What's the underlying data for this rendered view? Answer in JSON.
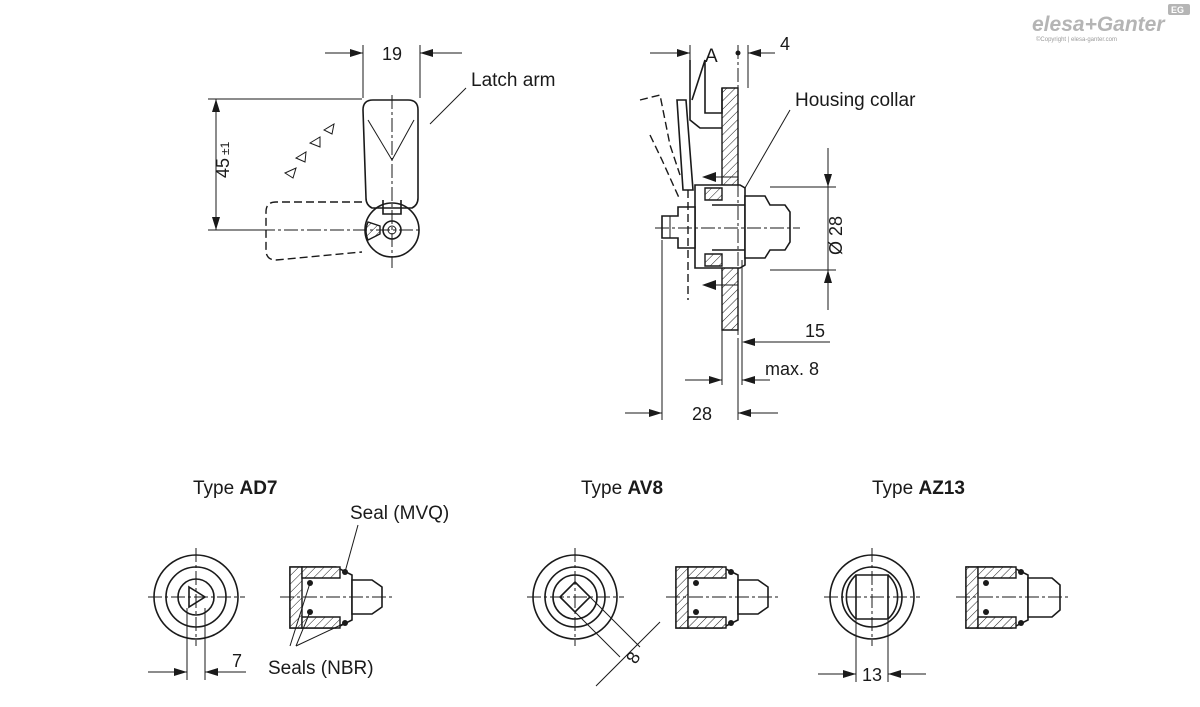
{
  "brand": {
    "logo_text_1": "elesa",
    "logo_plus": "+",
    "logo_text_2": "Ganter",
    "copyright": "©Copyright | elesa-ganter.com",
    "badge": "EG"
  },
  "side_view": {
    "dim_width": "19",
    "dim_height_value": "45",
    "dim_height_tol": "±1",
    "label_latch_arm": "Latch arm"
  },
  "section_view": {
    "label_a": "A",
    "dim_4": "4",
    "label_housing_collar": "Housing collar",
    "dim_diameter": "Ø 28",
    "dim_15": "15",
    "dim_max8": "max. 8",
    "dim_28": "28"
  },
  "types": [
    {
      "prefix": "Type ",
      "code": "AD7",
      "dim": "7"
    },
    {
      "prefix": "Type ",
      "code": "AV8",
      "dim": "8"
    },
    {
      "prefix": "Type ",
      "code": "AZ13",
      "dim": "13"
    }
  ],
  "seal_labels": {
    "mvq": "Seal (MVQ)",
    "nbr": "Seals (NBR)"
  }
}
